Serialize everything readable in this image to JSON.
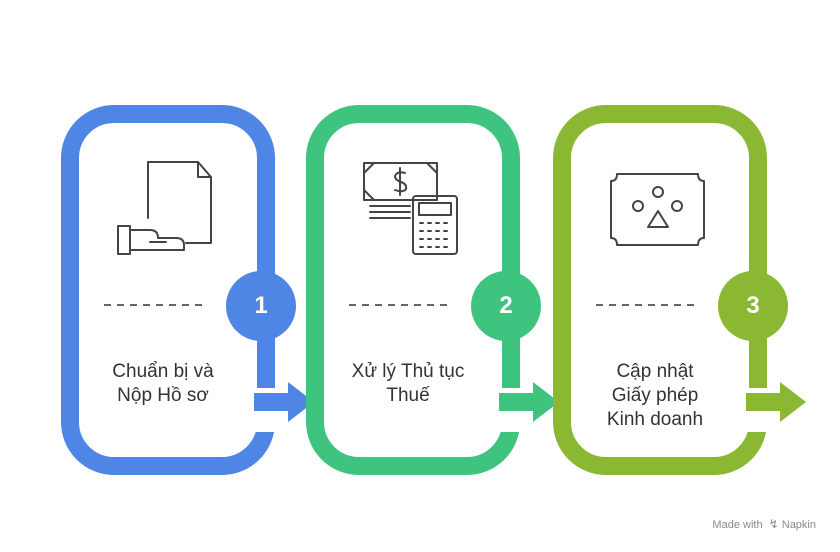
{
  "colors": {
    "step1": "#4f86e6",
    "step2": "#3fc47f",
    "step3": "#8ab832",
    "icon": "#444444",
    "text": "#333333",
    "watermark": "#8a8a8a"
  },
  "steps": [
    {
      "number": "1",
      "lines": [
        "Chuẩn bị và",
        "Nộp Hồ sơ"
      ],
      "icon": "document-hand-icon"
    },
    {
      "number": "2",
      "lines": [
        "Xử lý Thủ tục",
        "Thuế"
      ],
      "icon": "money-calculator-icon"
    },
    {
      "number": "3",
      "lines": [
        "Cập nhật",
        "Giấy phép",
        "Kinh doanh"
      ],
      "icon": "license-certificate-icon"
    }
  ],
  "watermark": {
    "text": "Made with",
    "brand": "Napkin"
  }
}
